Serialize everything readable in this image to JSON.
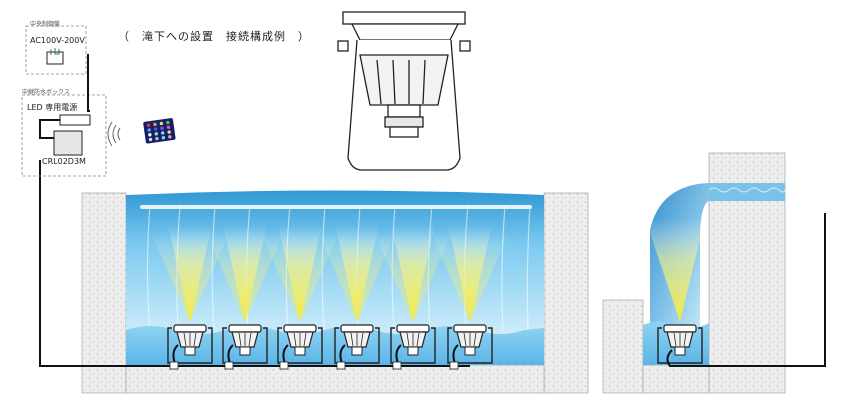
{
  "title": "（　滝下への設置　接続構成例　）",
  "central_panel": {
    "label": "中央制御盤",
    "voltage": "AC100V-200V"
  },
  "relay_box": {
    "label": "中継防水ボックス",
    "power_supply": "LED 専用電源",
    "controller": "CRL02D3M"
  },
  "remote": {
    "button_colors": [
      "#e23b3b",
      "#f29a2e",
      "#f4e04d",
      "#56c25a",
      "#3bb3e8",
      "#3f5fd8",
      "#a24fd6",
      "#e25fb0",
      "#ffffff",
      "#9be3a8",
      "#8fd0ff",
      "#ffd08a",
      "#d9d9d9",
      "#bfbfbf",
      "#7fe0e0",
      "#f7a1a1"
    ]
  },
  "colors": {
    "water_light": "#bfe6f7",
    "water_mid": "#7cc9ee",
    "water_dark": "#3a9fd6",
    "light_beam": "#f2ec55",
    "concrete": "#ececec",
    "cable": "#111111"
  },
  "fixture_count_main": 6,
  "fixture_count_side": 1
}
